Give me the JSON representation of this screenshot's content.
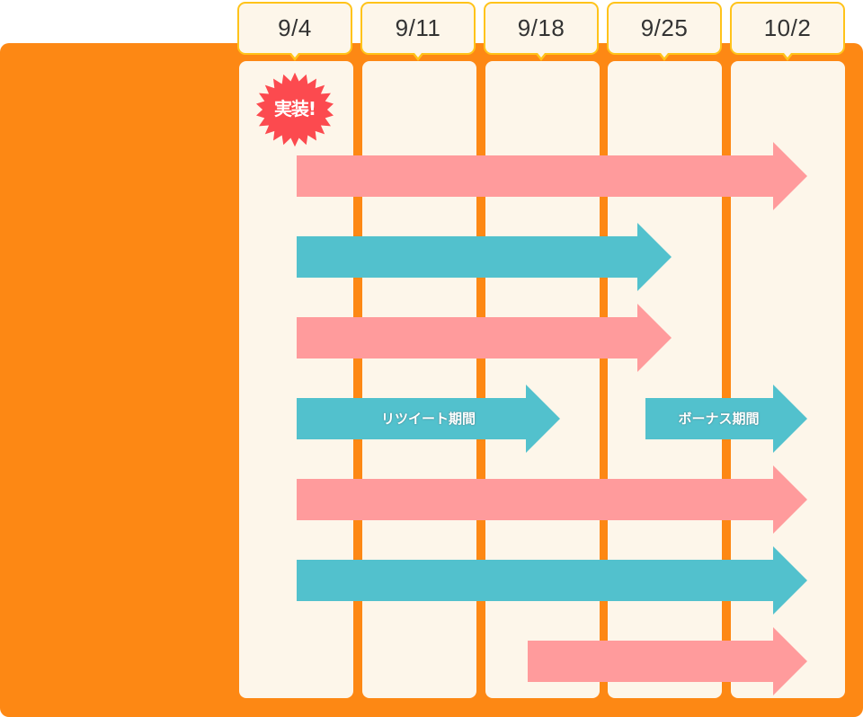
{
  "timeline": {
    "dates": [
      "9/4",
      "9/11",
      "9/18",
      "9/25",
      "10/2"
    ],
    "badge_label": "実装!",
    "colors": {
      "board": "#fd8814",
      "column": "#fdf6ea",
      "tab_border": "#ffc31a",
      "pink": "#ff9b9c",
      "teal": "#52c1cd",
      "badge": "#fc4a4f"
    },
    "rows": [
      {
        "segments": [
          {
            "color": "pink",
            "label": ""
          }
        ]
      },
      {
        "segments": [
          {
            "color": "teal",
            "label": ""
          }
        ]
      },
      {
        "segments": [
          {
            "color": "pink",
            "label": ""
          }
        ]
      },
      {
        "segments": [
          {
            "color": "teal",
            "label": "リツイート期間"
          },
          {
            "color": "teal",
            "label": "ボーナス期間"
          }
        ]
      },
      {
        "segments": [
          {
            "color": "pink",
            "label": ""
          }
        ]
      },
      {
        "segments": [
          {
            "color": "teal",
            "label": ""
          }
        ]
      },
      {
        "segments": [
          {
            "color": "pink",
            "label": ""
          }
        ]
      }
    ]
  }
}
